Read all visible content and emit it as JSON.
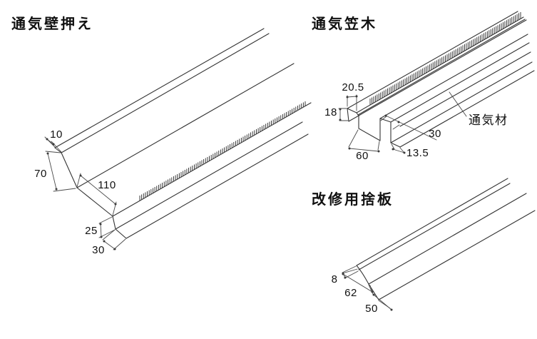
{
  "page": {
    "background": "#ffffff",
    "line_color": "#333333",
    "text_color": "#111111"
  },
  "diagrams": {
    "kabe_osae": {
      "title": "通気壁押え",
      "dim_flange": "10",
      "dim_face": "70",
      "dim_slope": "110",
      "dim_step": "25",
      "dim_bottom": "30"
    },
    "kasagi": {
      "title": "通気笠木",
      "dim_top": "20.5",
      "dim_left": "18",
      "dim_base": "60",
      "dim_mid": "30",
      "dim_leg": "13.5",
      "material_label": "通気材"
    },
    "suteita": {
      "title": "改修用捨板",
      "dim_hem": "8",
      "dim_upper": "62",
      "dim_lower": "50"
    }
  }
}
